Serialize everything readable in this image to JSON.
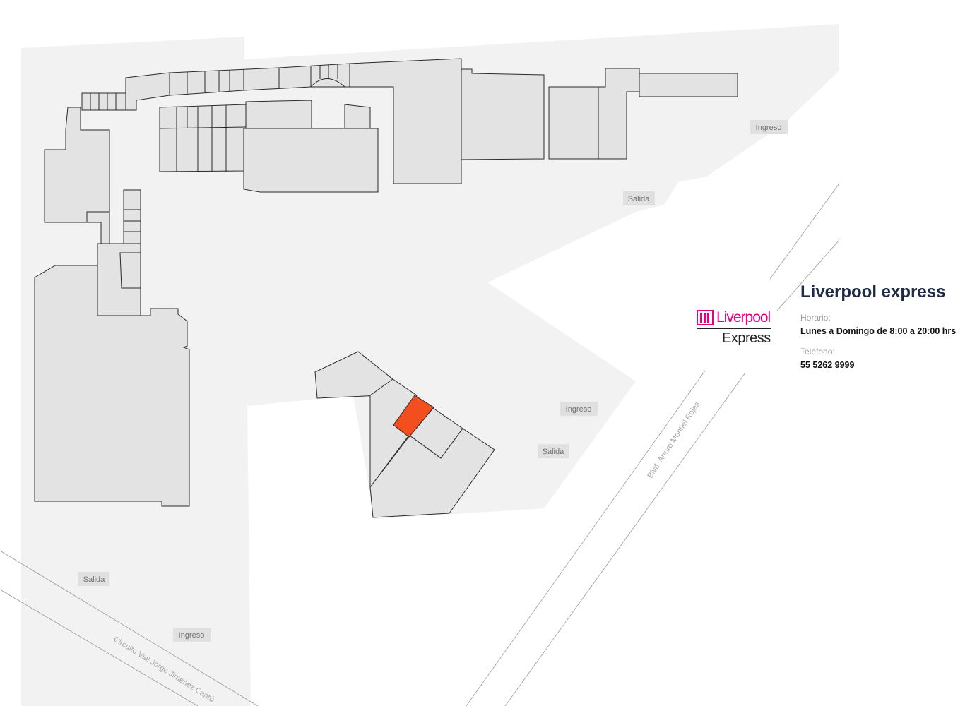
{
  "store": {
    "title": "Liverpool express",
    "hours_label": "Horario:",
    "hours_value": "Lunes a Domingo de 8:00 a 20:00 hrs",
    "phone_label": "Teléfono:",
    "phone_value": "55 5262 9999"
  },
  "logo": {
    "brand": "Liverpool",
    "sub": "Express",
    "brand_color": "#e5007e"
  },
  "map": {
    "highlight_color": "#f24e1e",
    "roads": [
      "Blvd. Arturo Montiel Rojas",
      "Circuito Vial Jorge Jiménez Cantú"
    ],
    "tags": [
      "Ingreso",
      "Salida",
      "Ingreso",
      "Salida",
      "Salida",
      "Ingreso"
    ]
  }
}
